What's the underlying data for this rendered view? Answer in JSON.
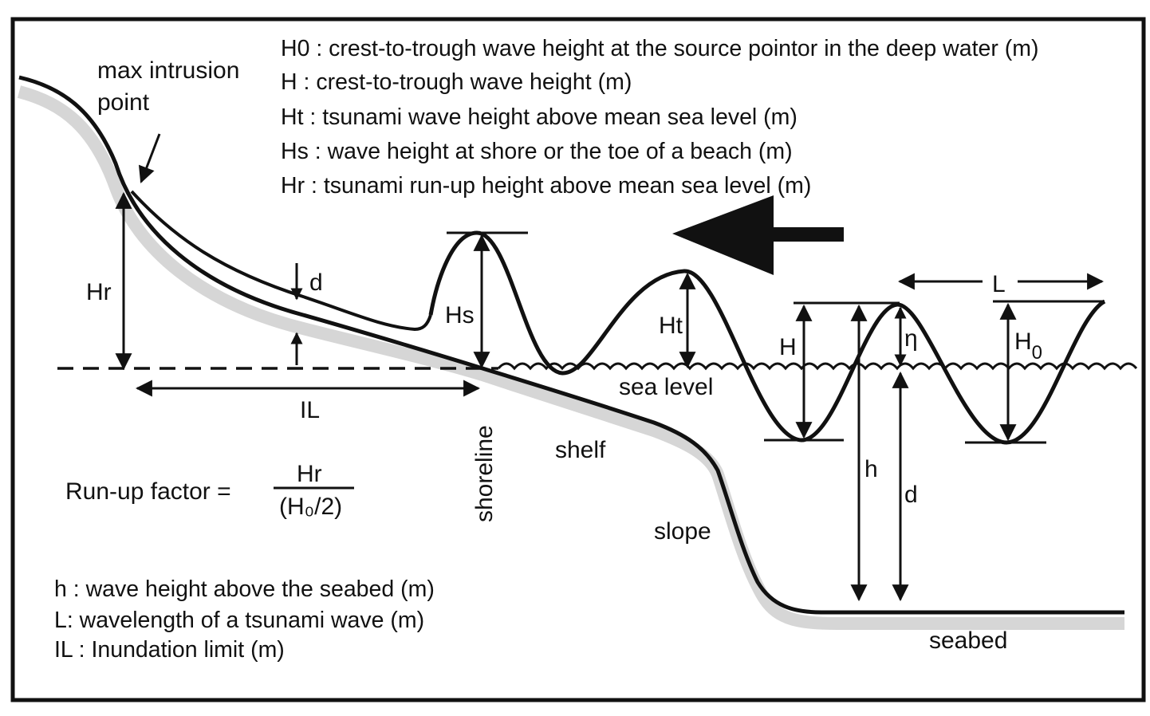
{
  "legend_top": [
    "H0 : crest-to-trough wave height at the source pointor in the deep water (m)",
    "H : crest-to-trough wave height (m)",
    "Ht : tsunami wave height above mean sea level (m)",
    "Hs : wave height at shore or the toe of a beach (m)",
    "Hr : tsunami run-up height above mean sea level (m)"
  ],
  "legend_bottom": [
    "h : wave height above the seabed (m)",
    "L: wavelength of a tsunami wave (m)",
    "IL : Inundation limit (m)"
  ],
  "labels": {
    "max_intrusion_1": "max intrusion",
    "max_intrusion_2": "point",
    "hr": "Hr",
    "d_top": "d",
    "hs": "Hs",
    "ht": "Ht",
    "h_big": "H",
    "eta": "η",
    "h0_main": "H",
    "h0_sub": "0",
    "l_len": "L",
    "sea_level": "sea level",
    "il": "IL",
    "shoreline": "shoreline",
    "shelf": "shelf",
    "slope": "slope",
    "h_small": "h",
    "d_depth": "d",
    "seabed": "seabed"
  },
  "formula": {
    "lhs": "Run-up factor =",
    "numerator": "Hr",
    "denominator": "(H₀/2)"
  },
  "colors": {
    "line": "#111111",
    "shade": "#d6d6d6",
    "frame": "#111111"
  }
}
